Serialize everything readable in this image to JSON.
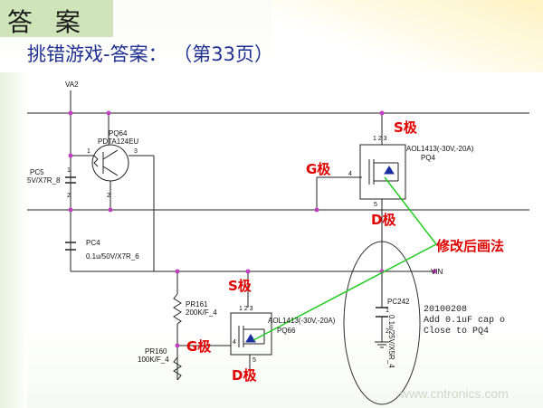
{
  "header": {
    "title": "答 案",
    "subtitle_prefix": "挑错游戏-答案：",
    "subtitle_page": "（第33页）"
  },
  "schematic": {
    "nets": {
      "va2": "VA2",
      "vin": "VIN"
    },
    "pq64": {
      "ref": "PQ64",
      "part": "PDTA124EU",
      "pin1": "1",
      "pin2": "2",
      "pin3": "3"
    },
    "pc5": {
      "ref": "PC5",
      "value": "5V/X7R_8",
      "pin1": "1",
      "pin2": "2"
    },
    "pc4": {
      "ref": "PC4",
      "value": "0.1u/50V/X7R_6"
    },
    "pq4": {
      "ref": "PQ4",
      "part": "AOL1413(-30V,-20A)",
      "pin4": "4",
      "pin5": "5",
      "pins123": "1 2 3"
    },
    "pq66": {
      "ref": "PQ66",
      "part": "AOL1413(-30V,-20A)",
      "pin4": "4",
      "pin5": "5",
      "pins123": "1 2 3"
    },
    "pr161": {
      "ref": "PR161",
      "value": "200K/F_4"
    },
    "pr160": {
      "ref": "PR160",
      "value": "100K/F_4"
    },
    "pc242": {
      "ref": "PC242",
      "value": "0.1u/25V/X5R_4",
      "pin1": "1",
      "pin2": "2"
    },
    "annotations": {
      "s_top": "S极",
      "g_top": "G极",
      "d_top": "D极",
      "s_bottom": "S极",
      "g_bottom": "G极",
      "d_bottom": "D极",
      "fix_note": "修改后画法"
    },
    "comment": {
      "line1": "20100208",
      "line2": "Add 0.1uF cap o",
      "line3": "Close to PQ4"
    }
  },
  "watermark": "www.cntronics.com",
  "colors": {
    "title_bg": "#cfe5b9",
    "subtitle": "#1f2f8f",
    "annotation": "#e00000",
    "pointer": "#22cc22",
    "junction": "#c040c0"
  }
}
